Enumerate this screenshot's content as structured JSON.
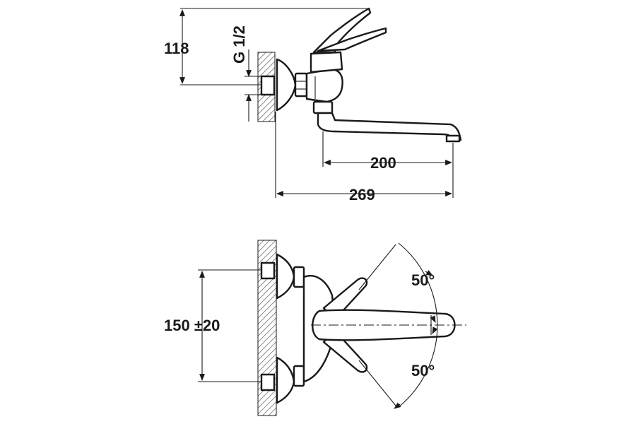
{
  "diagram": {
    "side_view": {
      "height_dimension": "118",
      "thread_label": "G 1/2",
      "spout_dimension": "200",
      "overall_dimension": "269"
    },
    "top_view": {
      "spacing_dimension": "150 ±20",
      "swivel_upper": "50°",
      "swivel_lower": "50°"
    },
    "colors": {
      "line": "#1a1a1a",
      "hatch": "#6e6e6e",
      "background": "#ffffff"
    }
  }
}
